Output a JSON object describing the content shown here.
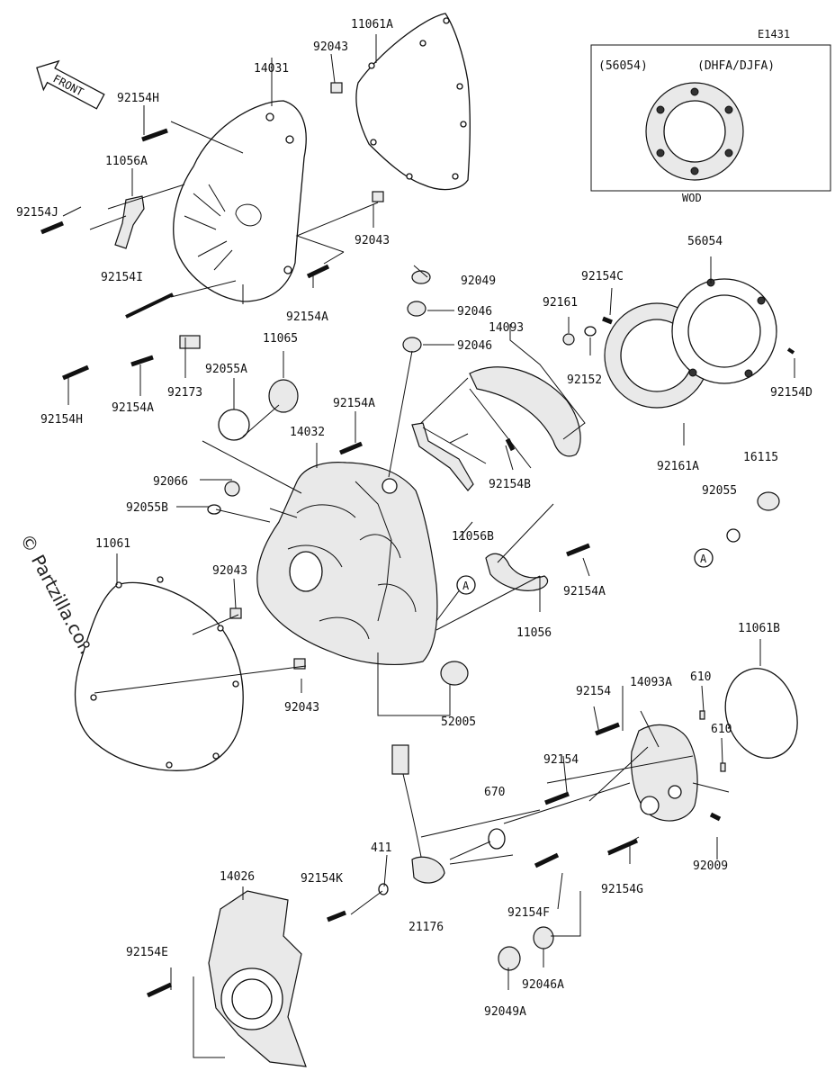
{
  "diagram_code": "E1431",
  "watermark": "© Partzilla.com",
  "front_label": "FRONT",
  "inset": {
    "part": "(56054)",
    "variant": "(DHFA/DJFA)",
    "caption": "WOD"
  },
  "ref_mark": "A",
  "labels": {
    "l11061A": "11061A",
    "l92043a": "92043",
    "l14031": "14031",
    "l92154H_top": "92154H",
    "l11056A": "11056A",
    "l92154J": "92154J",
    "l92043b": "92043",
    "l92154I": "92154I",
    "l92154A_a": "92154A",
    "l11065": "11065",
    "l92055A": "92055A",
    "l92173": "92173",
    "l92154A_b": "92154A",
    "l92154H_b": "92154H",
    "l92049": "92049",
    "l92046a": "92046",
    "l92046b": "92046",
    "l14093": "14093",
    "l92161": "92161",
    "l92154C": "92154C",
    "l92152": "92152",
    "l56054": "56054",
    "l92154D": "92154D",
    "l92161A": "92161A",
    "l92154A_c": "92154A",
    "l14032": "14032",
    "l92154B": "92154B",
    "l11056B": "11056B",
    "l92066": "92066",
    "l92055B": "92055B",
    "l16115": "16115",
    "l92055": "92055",
    "l11061": "11061",
    "l92043c": "92043",
    "l92154A_d": "92154A",
    "l11056": "11056",
    "l11061B": "11061B",
    "l92043d": "92043",
    "l52005": "52005",
    "l92154a": "92154",
    "l14093A": "14093A",
    "l610a": "610",
    "l610b": "610",
    "l92154b": "92154",
    "l670": "670",
    "l92009": "92009",
    "l411": "411",
    "l14026": "14026",
    "l92154K": "92154K",
    "l21176": "21176",
    "l92154F": "92154F",
    "l92154G": "92154G",
    "l92154E": "92154E",
    "l92046A": "92046A",
    "l92049A": "92049A"
  }
}
